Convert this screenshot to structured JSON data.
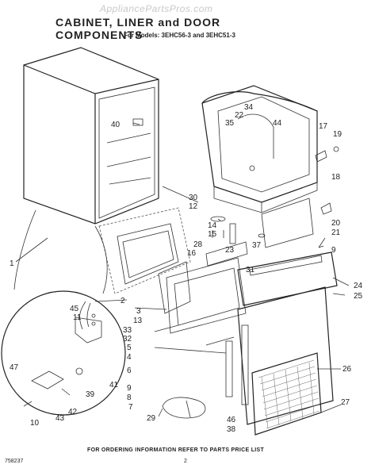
{
  "header": {
    "watermark": "AppliancePartsPros.com",
    "title": "CABINET, LINER and DOOR COMPONENTS",
    "subtitle": "For Models: 3EHC56-3 and 3EHC51-3"
  },
  "footer": {
    "note": "FOR ORDERING INFORMATION REFER TO PARTS PRICE LIST",
    "doc_number": "758237",
    "page_number": "2"
  },
  "callouts": [
    {
      "id": "c34",
      "text": "34"
    },
    {
      "id": "c22",
      "text": "22"
    },
    {
      "id": "c35",
      "text": "35"
    },
    {
      "id": "c44",
      "text": "44"
    },
    {
      "id": "c17",
      "text": "17"
    },
    {
      "id": "c19",
      "text": "19"
    },
    {
      "id": "c18",
      "text": "18"
    },
    {
      "id": "c40",
      "text": "40"
    },
    {
      "id": "c30",
      "text": "30"
    },
    {
      "id": "c12",
      "text": "12"
    },
    {
      "id": "c14",
      "text": "14"
    },
    {
      "id": "c15",
      "text": "15"
    },
    {
      "id": "c28",
      "text": "28"
    },
    {
      "id": "c16",
      "text": "16"
    },
    {
      "id": "c23",
      "text": "23"
    },
    {
      "id": "c37",
      "text": "37"
    },
    {
      "id": "c20",
      "text": "20"
    },
    {
      "id": "c21",
      "text": "21"
    },
    {
      "id": "c9a",
      "text": "9"
    },
    {
      "id": "c1",
      "text": "1"
    },
    {
      "id": "c31",
      "text": "31"
    },
    {
      "id": "c24",
      "text": "24"
    },
    {
      "id": "c25",
      "text": "25"
    },
    {
      "id": "c2",
      "text": "2"
    },
    {
      "id": "c3",
      "text": "3"
    },
    {
      "id": "c13",
      "text": "13"
    },
    {
      "id": "c33",
      "text": "33"
    },
    {
      "id": "c32",
      "text": "32"
    },
    {
      "id": "c5",
      "text": "5"
    },
    {
      "id": "c4",
      "text": "4"
    },
    {
      "id": "c6",
      "text": "6"
    },
    {
      "id": "c45",
      "text": "45"
    },
    {
      "id": "c11",
      "text": "11"
    },
    {
      "id": "c47",
      "text": "47"
    },
    {
      "id": "c39",
      "text": "39"
    },
    {
      "id": "c41",
      "text": "41"
    },
    {
      "id": "c42",
      "text": "42"
    },
    {
      "id": "c43",
      "text": "43"
    },
    {
      "id": "c10",
      "text": "10"
    },
    {
      "id": "c9b",
      "text": "9"
    },
    {
      "id": "c8",
      "text": "8"
    },
    {
      "id": "c7",
      "text": "7"
    },
    {
      "id": "c26",
      "text": "26"
    },
    {
      "id": "c29",
      "text": "29"
    },
    {
      "id": "c46",
      "text": "46"
    },
    {
      "id": "c38",
      "text": "38"
    },
    {
      "id": "c27",
      "text": "27"
    }
  ]
}
